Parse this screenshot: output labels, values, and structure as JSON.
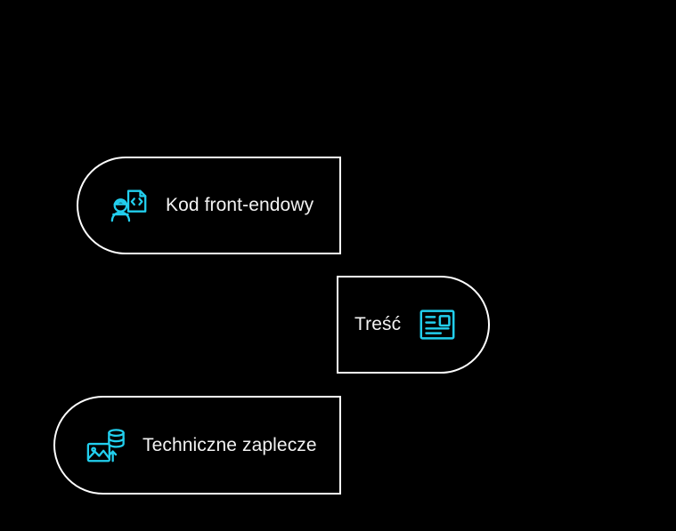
{
  "theme": {
    "background": "#000000",
    "card_background": "#000000",
    "card_border": "#ffffff",
    "label_color": "#f2f2f2",
    "icon_accent": "#22cfee"
  },
  "diagram": {
    "title": "",
    "cards": [
      {
        "id": "frontend",
        "label": "Kod front-endowy",
        "icon": "developer-code-icon",
        "icon_side": "left",
        "shape": "rounded-left-pill"
      },
      {
        "id": "content",
        "label": "Treść",
        "icon": "article-content-icon",
        "icon_side": "right",
        "shape": "rounded-right-pill"
      },
      {
        "id": "backend",
        "label": "Techniczne zaplecze",
        "icon": "media-database-upload-icon",
        "icon_side": "left",
        "shape": "rounded-left-pill"
      }
    ]
  }
}
